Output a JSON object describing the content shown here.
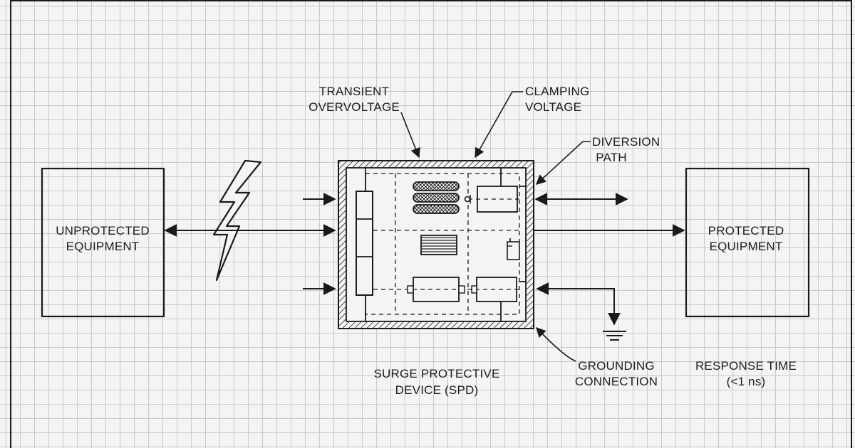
{
  "labels": {
    "unprotected": [
      "UNPROTECTED",
      "EQUIPMENT"
    ],
    "protected": [
      "PROTECTED",
      "EQUIPMENT"
    ],
    "transient": [
      "TRANSIENT",
      "OVERVOLTAGE"
    ],
    "clamping": [
      "CLAMPING",
      "VOLTAGE"
    ],
    "diversion": [
      "DIVERSION",
      "PATH"
    ],
    "spd": [
      "SURGE PROTECTIVE",
      "DEVICE (SPD)"
    ],
    "grounding": [
      "GROUNDING",
      "CONNECTION"
    ],
    "response": [
      "RESPONSE TIME",
      "(<1 ns)"
    ]
  },
  "icons": [
    "lightning-bolt-icon",
    "ground-symbol-icon"
  ],
  "colors": {
    "ink": "#1a1a1a",
    "grid": "#c9c9c9",
    "paper": "#f4f4f2"
  }
}
